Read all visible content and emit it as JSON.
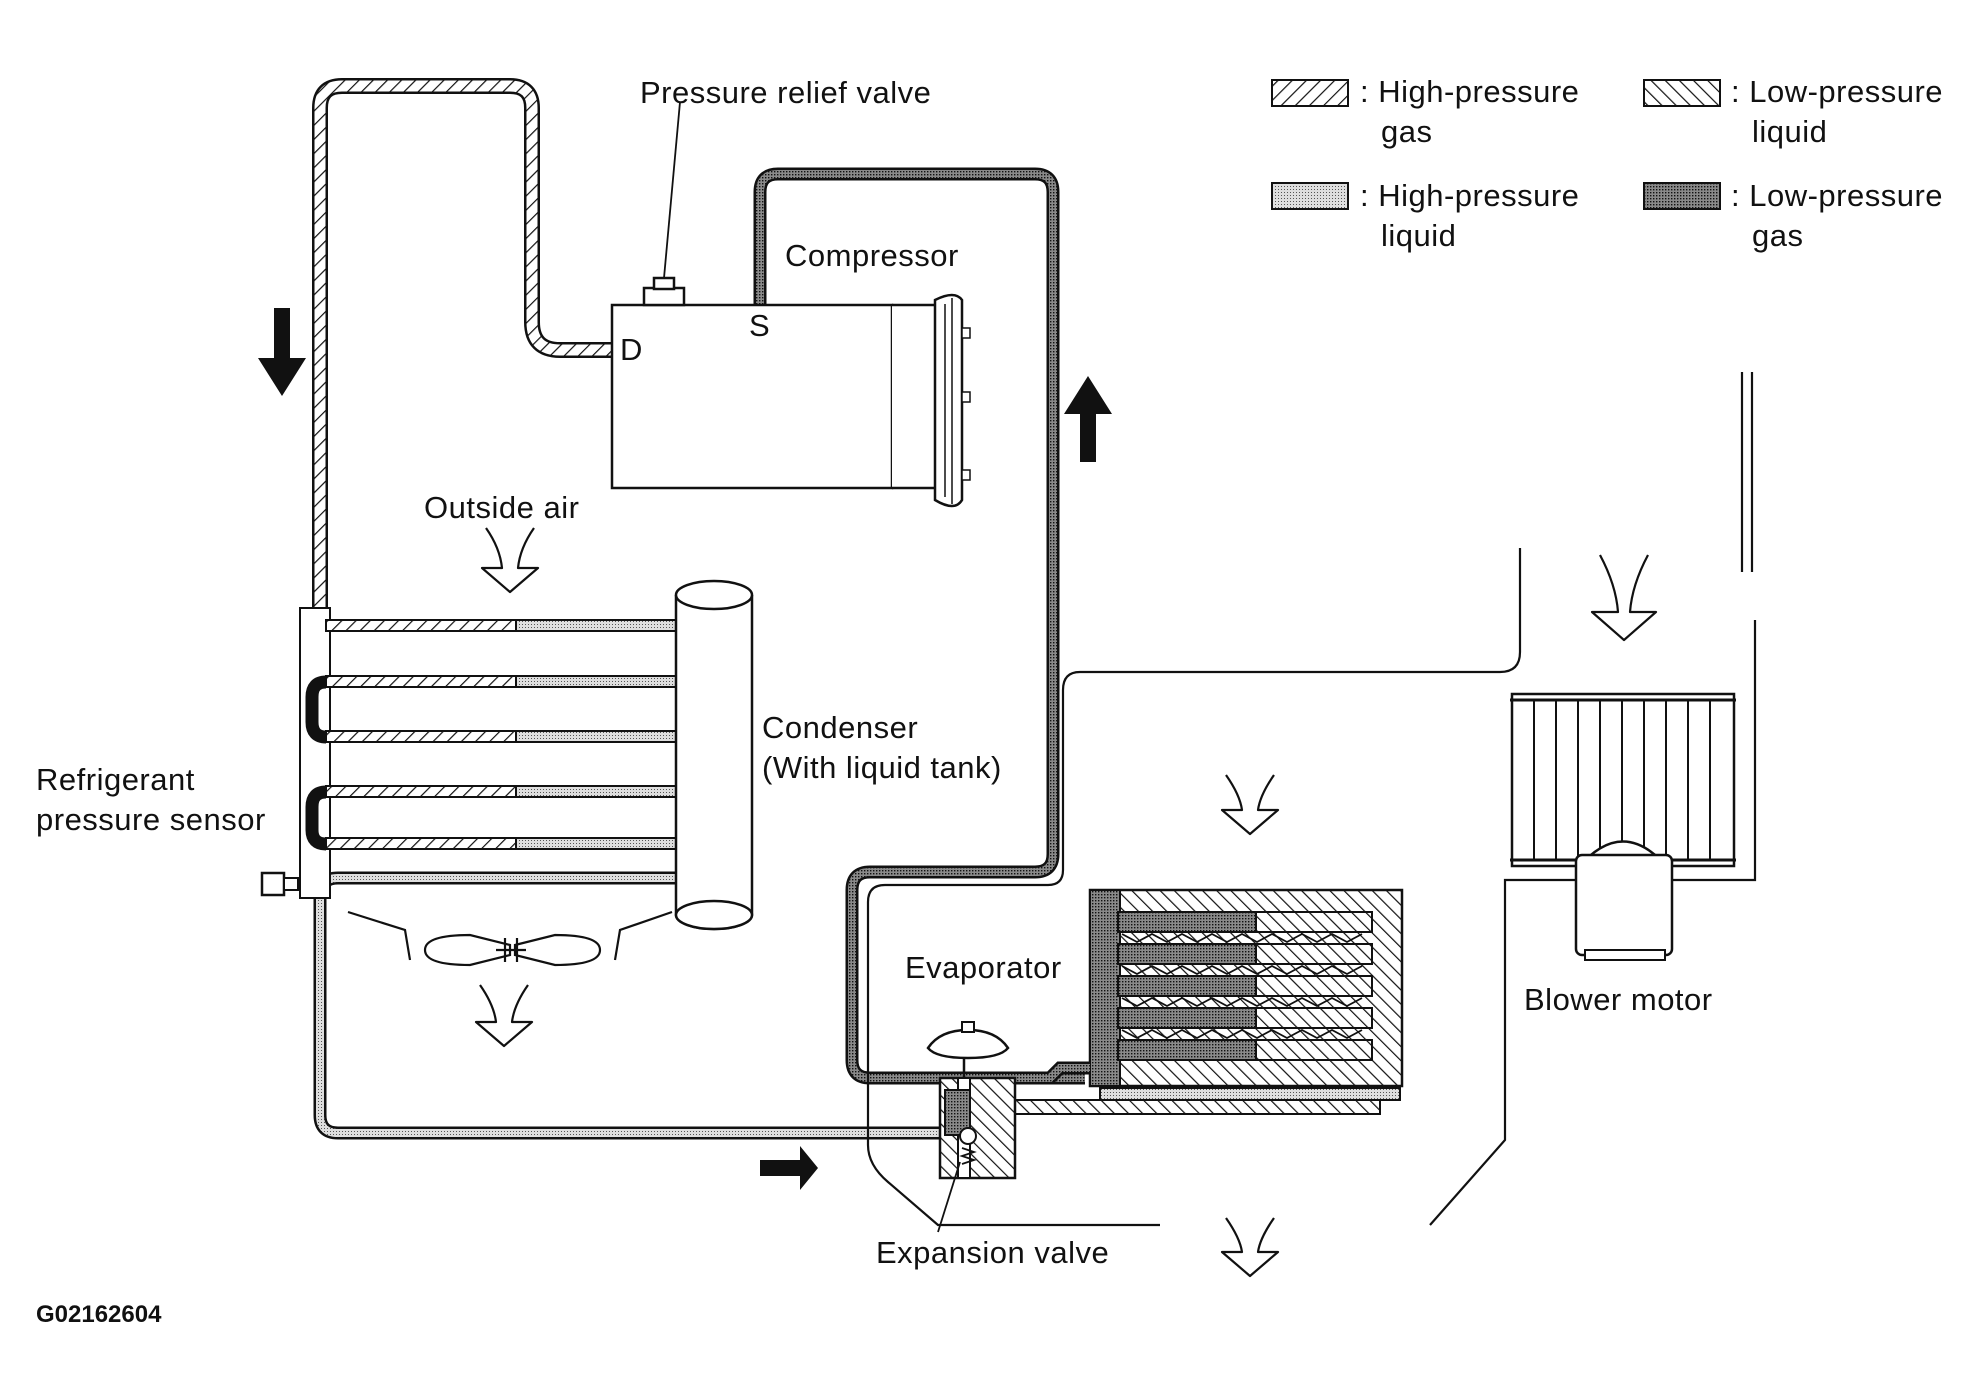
{
  "legend": [
    {
      "pattern": "high-pressure-gas",
      "line1": ": High-pressure",
      "line2": "gas"
    },
    {
      "pattern": "low-pressure-liquid",
      "line1": ": Low-pressure",
      "line2": "liquid"
    },
    {
      "pattern": "high-pressure-liquid",
      "line1": ": High-pressure",
      "line2": "liquid"
    },
    {
      "pattern": "low-pressure-gas",
      "line1": ": Low-pressure",
      "line2": "gas"
    }
  ],
  "labels": {
    "pressure_relief_valve": "Pressure relief valve",
    "compressor": "Compressor",
    "discharge_port": "D",
    "suction_port": "S",
    "outside_air": "Outside air",
    "condenser_line1": "Condenser",
    "condenser_line2": "(With liquid tank)",
    "sensor_line1": "Refrigerant",
    "sensor_line2": "pressure sensor",
    "evaporator": "Evaporator",
    "expansion_valve": "Expansion valve",
    "blower_motor": "Blower motor"
  },
  "figure_code": "G02162604",
  "colors": {
    "ink": "#111111",
    "background": "#ffffff",
    "light_fill": "#c8c8c8",
    "dark_fill": "#6e6e6e"
  }
}
